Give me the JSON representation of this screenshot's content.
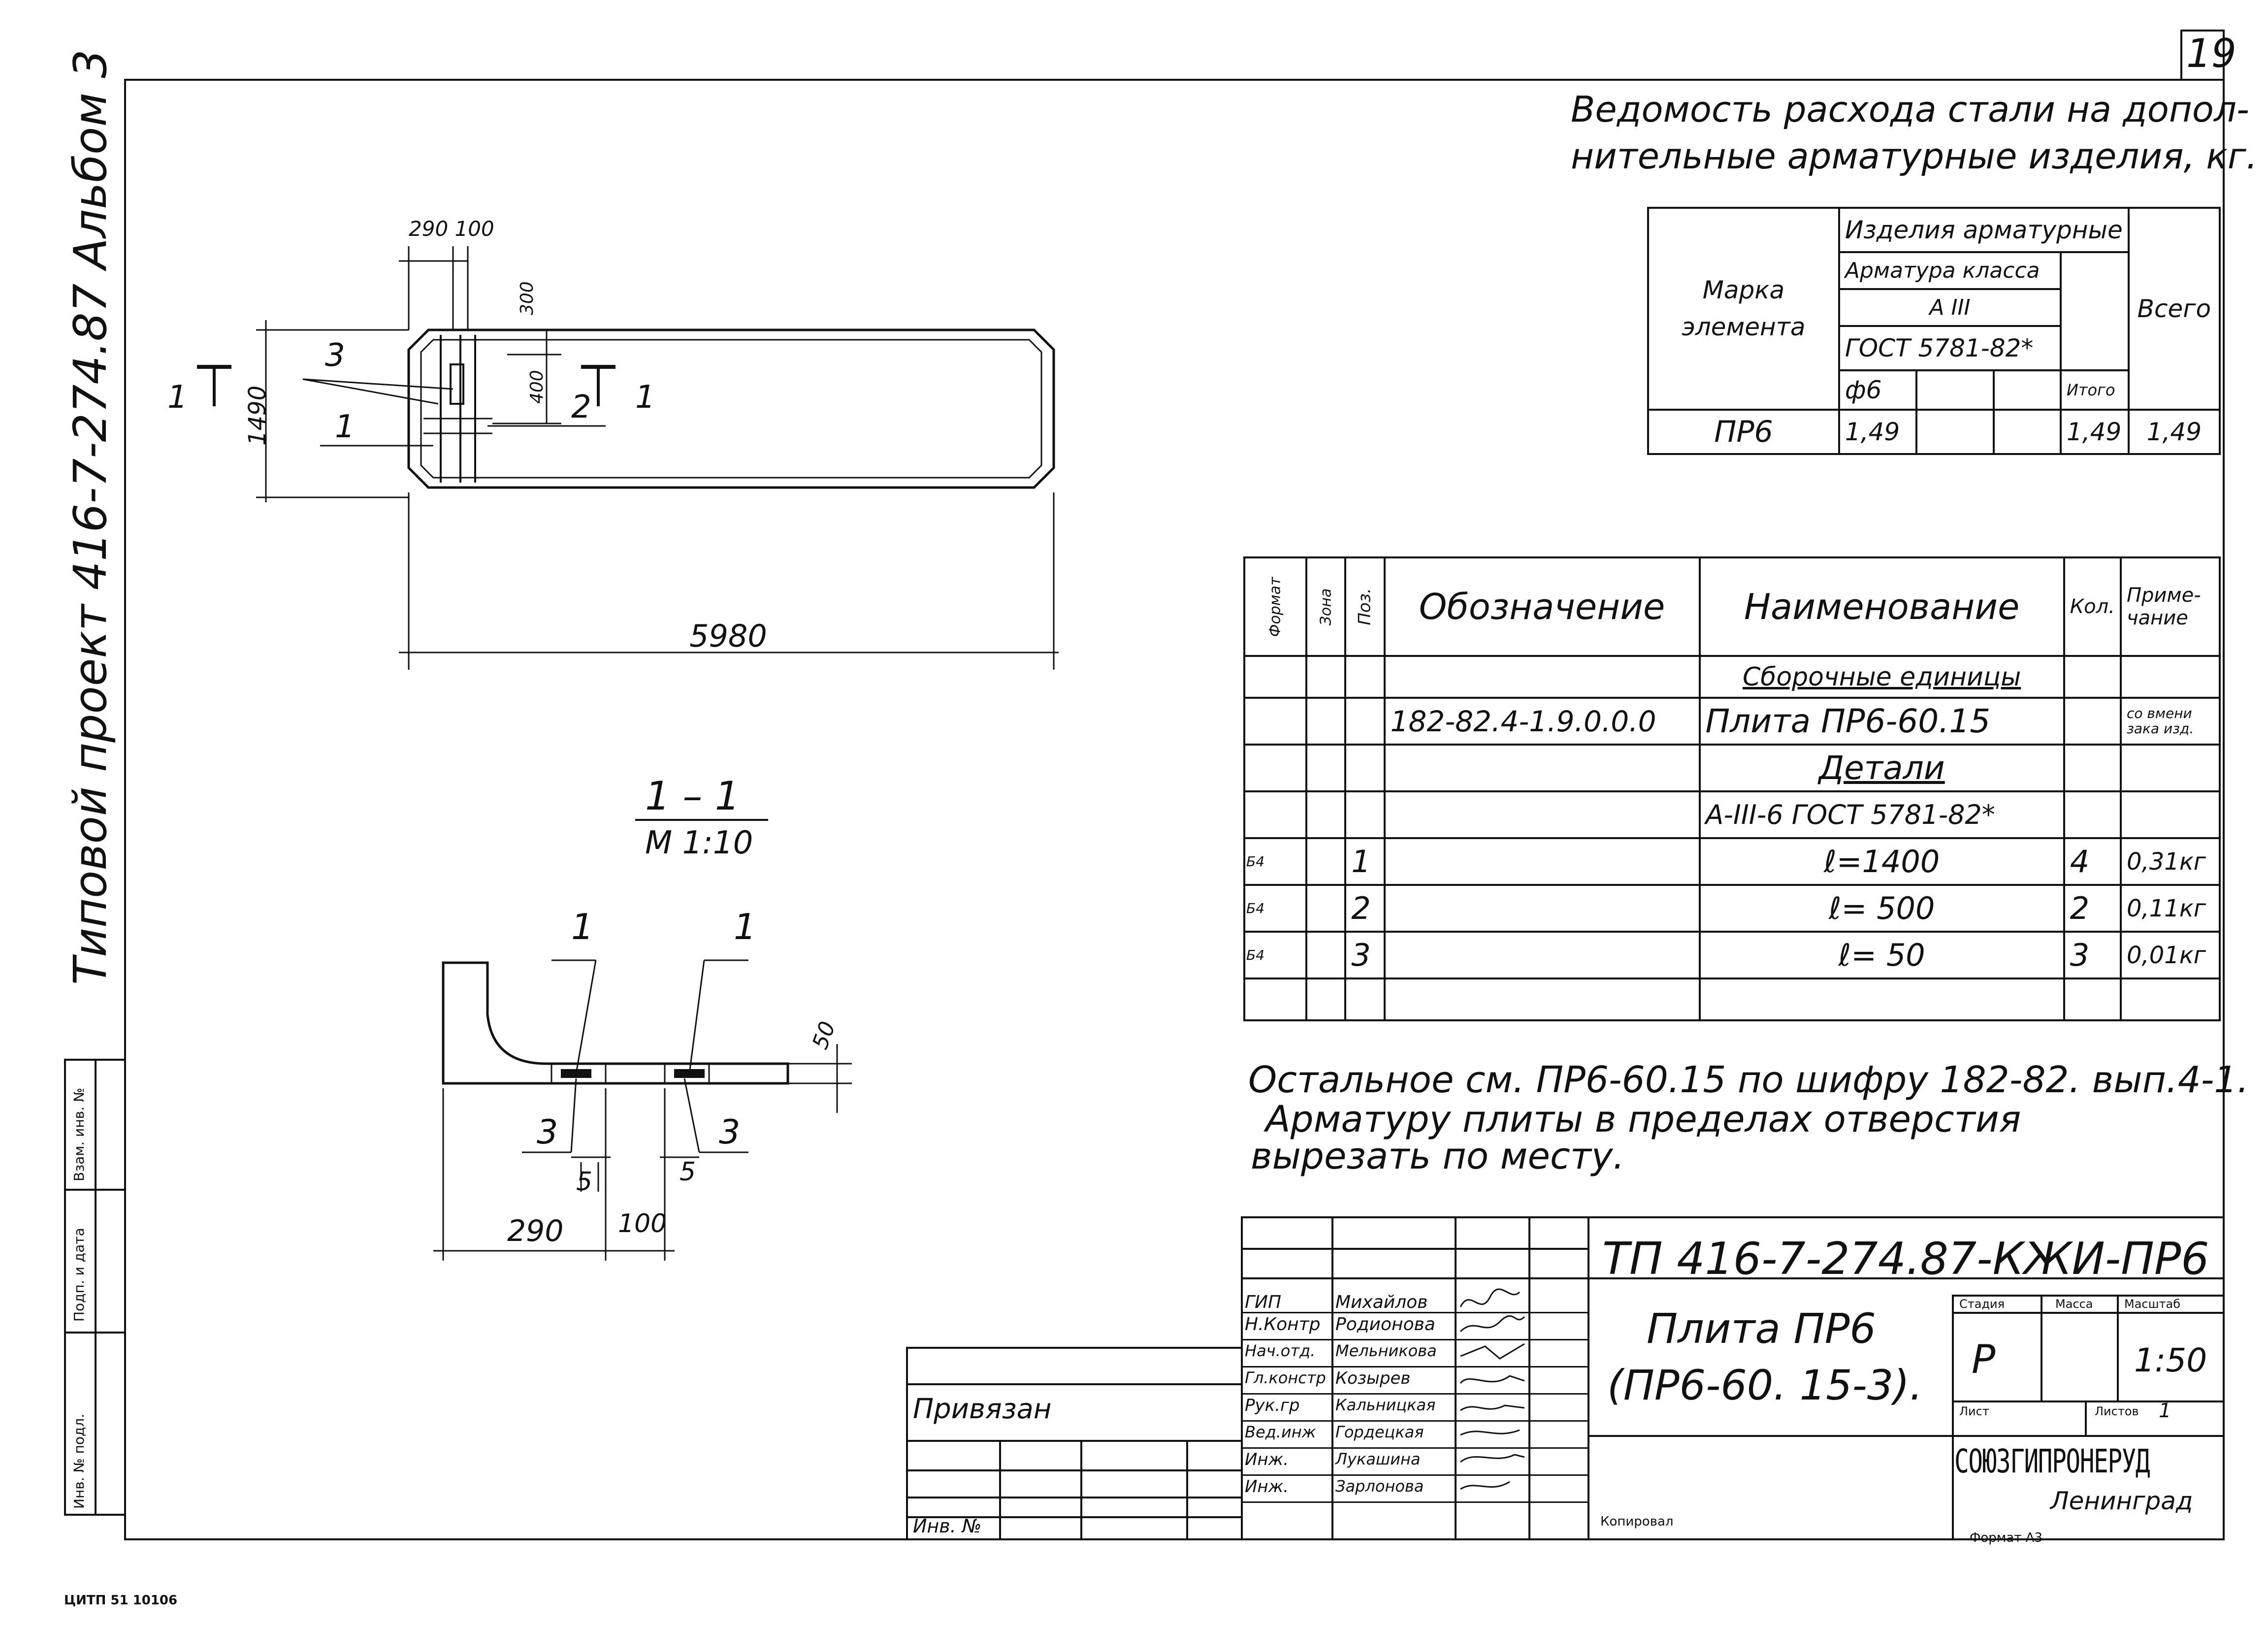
{
  "sheet": {
    "page_number": "19",
    "album_label": "Типовой проект 416-7-274.87   Альбом 3",
    "bottom_code": "ЦИТП   51  10106",
    "copied_label": "Копировал",
    "format_label": "Формат А3"
  },
  "plan_view": {
    "dims": {
      "d290_100": "290 100",
      "d300": "300",
      "d400": "400",
      "d1490": "1490",
      "d5980": "5980"
    },
    "callouts": [
      "3",
      "1",
      "2"
    ],
    "cut_left": "1",
    "cut_right": "1"
  },
  "section": {
    "title": "1 – 1",
    "scale": "М 1:10",
    "callouts": [
      "1",
      "1",
      "3",
      "3"
    ],
    "dims": {
      "d5a": "5",
      "d5b": "5",
      "d290": "290",
      "d100": "100",
      "d50": "50"
    }
  },
  "steel_table": {
    "title_line1": "Ведомость расхода стали на допол-",
    "title_line2": "нительные арматурные изделия, кг.",
    "header": {
      "mark": "Марка элемента",
      "products": "Изделия арматурные",
      "class": "Арматура класса",
      "class_code": "А III",
      "gost": "ГОСТ 5781-82*",
      "dia": "ф6",
      "subtotal": "Итого",
      "total": "Всего"
    },
    "rows": [
      {
        "mark": "ПР6",
        "dia": "1,49",
        "subtotal": "1,49",
        "total": "1,49"
      }
    ]
  },
  "spec_table": {
    "headers": {
      "format": "Формат",
      "zone": "Зона",
      "pos": "Поз.",
      "designation": "Обозначение",
      "name": "Наименование",
      "qty": "Кол.",
      "note": "Приме-чание"
    },
    "rows": [
      {
        "format": "",
        "pos": "",
        "designation": "",
        "name": "Сборочные единицы",
        "underline": true,
        "qty": "",
        "note": ""
      },
      {
        "format": "",
        "pos": "",
        "designation": "182-82.4-1.9.0.0.0",
        "name": "Плита ПР6-60.15",
        "qty": "",
        "note": "со вмени зака изд."
      },
      {
        "format": "",
        "pos": "",
        "designation": "",
        "name": "Детали",
        "underline": true,
        "qty": "",
        "note": ""
      },
      {
        "format": "",
        "pos": "",
        "designation": "",
        "name": "А-III-6 ГОСТ 5781-82*",
        "qty": "",
        "note": ""
      },
      {
        "format": "Б4",
        "pos": "1",
        "designation": "",
        "name": "ℓ=1400",
        "qty": "4",
        "note": "0,31кг"
      },
      {
        "format": "Б4",
        "pos": "2",
        "designation": "",
        "name": "ℓ= 500",
        "qty": "2",
        "note": "0,11кг"
      },
      {
        "format": "Б4",
        "pos": "3",
        "designation": "",
        "name": "ℓ= 50",
        "qty": "3",
        "note": "0,01кг"
      },
      {
        "format": "",
        "pos": "",
        "designation": "",
        "name": "",
        "qty": "",
        "note": ""
      }
    ]
  },
  "notes": [
    "Остальное см. ПР6-60.15 по шифру 182-82. вып.4-1.",
    "Арматуру плиты в пределах отверстия",
    "вырезать по месту."
  ],
  "title_block": {
    "code": "ТП 416-7-274.87-КЖИ-ПР6",
    "name_line1": "Плита ПР6",
    "name_line2": "(ПР6-60. 15-3).",
    "stage_label": "Стадия",
    "mass_label": "Масса",
    "scale_label": "Масштаб",
    "stage": "Р",
    "mass": "",
    "scale": "1:50",
    "sheet_label": "Лист",
    "sheets_label": "Листов",
    "sheets": "1",
    "org": "СОЮЗГИПРОНЕРУД",
    "city": "Ленинград",
    "staff": [
      {
        "role": "ГИП",
        "name": "Михайлов"
      },
      {
        "role": "Н.Контр",
        "name": "Родионова"
      },
      {
        "role": "Нач.отд.",
        "name": "Мельникова"
      },
      {
        "role": "Гл.констр",
        "name": "Козырев"
      },
      {
        "role": "Рук.гр",
        "name": "Кальницкая"
      },
      {
        "role": "Вед.инж",
        "name": "Гордецкая"
      },
      {
        "role": "Инж.",
        "name": "Лукашина"
      },
      {
        "role": "Инж.",
        "name": "Зарлонова"
      }
    ]
  },
  "tied_block": {
    "label": "Привязан",
    "inv": "Инв. №"
  },
  "side_stamp": [
    "Инв. № подл.",
    "Подп. и дата",
    "Взам. инв. №"
  ]
}
